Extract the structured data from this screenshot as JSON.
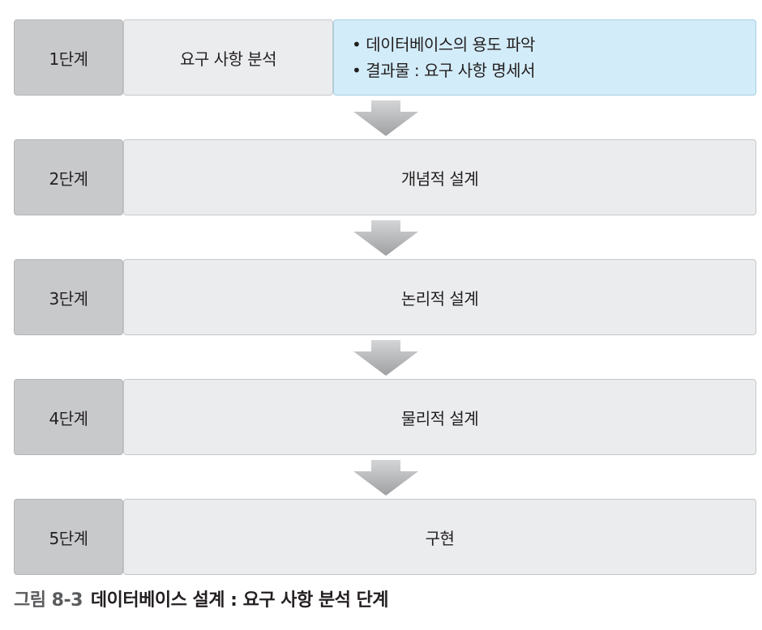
{
  "stages": [
    {
      "label": "1단계",
      "name": "요구 사항 분석",
      "details": [
        "데이터베이스의 용도 파악",
        "결과물 : 요구 사항 명세서"
      ]
    },
    {
      "label": "2단계",
      "name": "개념적 설계"
    },
    {
      "label": "3단계",
      "name": "논리적 설계"
    },
    {
      "label": "4단계",
      "name": "물리적 설계"
    },
    {
      "label": "5단계",
      "name": "구현"
    }
  ],
  "bullet_symbol": "•",
  "caption": {
    "figure_number": "그림 8-3",
    "title": "데이터베이스 설계 : 요구 사항 분석 단계"
  },
  "colors": {
    "stage_box": "#c8c9cb",
    "step_box": "#ebecee",
    "detail_box": "#d3ecf9",
    "arrow": "#a7a8aa",
    "caption_number": "#5a5b5d"
  }
}
